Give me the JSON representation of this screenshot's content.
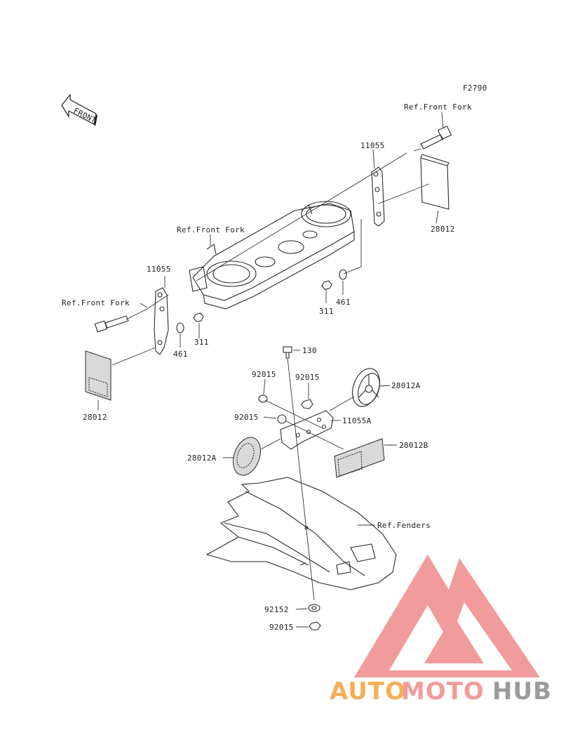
{
  "figure_code": "F2790",
  "front_label": "FRONT",
  "callouts": {
    "ref_front_fork_top": "Ref.Front Fork",
    "ref_front_fork_mid": "Ref.Front Fork",
    "ref_front_fork_left": "Ref.Front Fork",
    "ref_fenders": "Ref.Fenders",
    "p11055_right": "11055",
    "p11055_left": "11055",
    "p28012_right": "28012",
    "p28012_left": "28012",
    "p311_right": "311",
    "p461_right": "461",
    "p461_left": "461",
    "p311_left": "311",
    "p130": "130",
    "p92015_a": "92015",
    "p92015_b": "92015",
    "p92015_c": "92015",
    "p28012A_right": "28012A",
    "p11055A": "11055A",
    "p28012B": "28012B",
    "p28012A_left": "28012A",
    "p92152": "92152",
    "p92015_bottom": "92015"
  },
  "watermark": {
    "auto": "AUTO",
    "moto": "MOTO",
    "hub": "HUB",
    "color_orange": "#f6a23a",
    "color_red": "#f08a8a",
    "color_grey": "#8a8a8a"
  }
}
